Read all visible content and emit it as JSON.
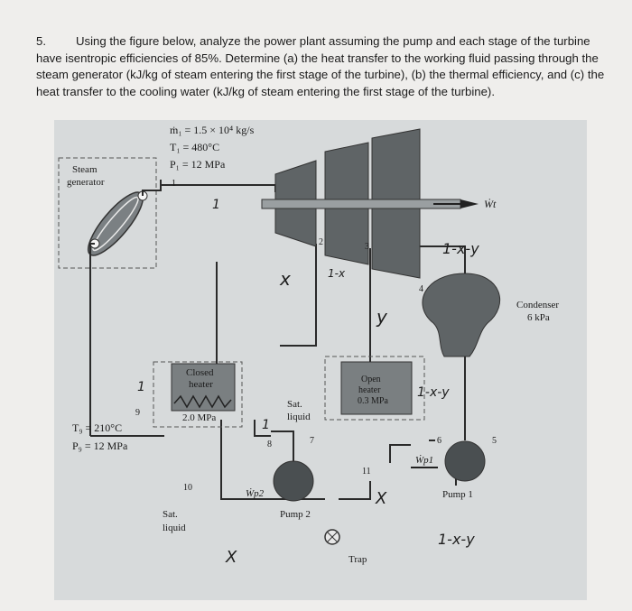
{
  "question": {
    "number": "5.",
    "text": "Using the figure below, analyze the power plant assuming the pump and each stage of the turbine have isentropic efficiencies of 85%. Determine (a) the heat transfer to the working fluid passing through the steam generator (kJ/kg of steam entering the first stage of the turbine), (b) the thermal efficiency, and (c) the heat transfer to the cooling water (kJ/kg of steam entering the first stage of the turbine)."
  },
  "figure": {
    "given_m1": "ṁ₁ = 1.5 × 10⁴ kg/s",
    "given_T1": "T₁ = 480°C",
    "given_P1": "P₁ = 12 MPa",
    "steam_generator_line1": "Steam",
    "steam_generator_line2": "generator",
    "turbine_work": "Ẇt",
    "condenser_line1": "Condenser",
    "condenser_line2": "6 kPa",
    "closed_heater_line1": "Closed",
    "closed_heater_line2": "heater",
    "closed_heater_pressure": "2.0 MPa",
    "open_heater_line1": "Open",
    "open_heater_line2": "heater",
    "open_heater_pressure": "0.3 MPa",
    "sat_liquid_heater_1": "Sat.",
    "sat_liquid_heater_2": "liquid",
    "sat_liquid_bottom_1": "Sat.",
    "sat_liquid_bottom_2": "liquid",
    "T9": "T₉ = 210°C",
    "P9": "P₉ = 12 MPa",
    "pump1": "Pump 1",
    "pump2": "Pump 2",
    "wp1": "Ẇp1",
    "wp2": "Ẇp2",
    "trap": "Trap",
    "state_1": "1",
    "state_2": "2",
    "state_3": "3",
    "state_4": "4",
    "state_5": "5",
    "state_6": "6",
    "state_7": "7",
    "state_8": "8",
    "state_9": "9",
    "state_10": "10",
    "state_11": "11",
    "hand_1a": "1",
    "hand_1b": "1",
    "hand_1c": "1",
    "hand_x": "x",
    "hand_1mx": "1-x",
    "hand_y": "y",
    "hand_1mxmy_top": "1-x-y",
    "hand_1mxmy_right": "1-x-y",
    "hand_1mxmy_bottom": "1-x-y",
    "hand_X_bottom": "X",
    "hand_X_trap": "X"
  },
  "colors": {
    "background": "#efeeec",
    "diagram_fill": "#d7dadb",
    "equipment": "#5f6466",
    "pump_fill": "#4a4f51"
  }
}
